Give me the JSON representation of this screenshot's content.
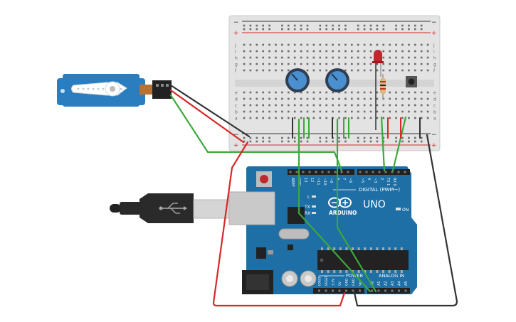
{
  "breadboard": {
    "top_rail_minus": "−",
    "top_rail_plus": "+",
    "bottom_rail_minus": "−",
    "bottom_rail_plus": "+",
    "rows_top": [
      "j",
      "i",
      "h",
      "g",
      "f"
    ],
    "rows_bottom": [
      "e",
      "d",
      "c",
      "b",
      "a"
    ]
  },
  "arduino": {
    "brand": "ARDUINO",
    "model": "UNO",
    "digital_label": "DIGITAL (PWM~)",
    "analog_label": "ANALOG IN",
    "power_label": "POWER",
    "on_label": "ON",
    "tx_label": "TX",
    "rx_label": "RX",
    "l_label": "L",
    "digital_pins": [
      "AREF",
      "GND",
      "13",
      "12",
      "~11",
      "~10",
      "~9",
      "8",
      "7",
      "~6",
      "~5",
      "4",
      "~3",
      "2",
      "TX 1",
      "RX 0"
    ],
    "power_pins": [
      "IOREF",
      "RESET",
      "3.3V",
      "5V",
      "GND",
      "GND",
      "Vin"
    ],
    "analog_pins": [
      "A0",
      "A1",
      "A2",
      "A3",
      "A4",
      "A5"
    ]
  },
  "colors": {
    "board_blue": "#1d6fa5",
    "breadboard": "#e6e6e6",
    "wire_green": "#3ca83c",
    "wire_red": "#d62828",
    "wire_black": "#333333",
    "servo_blue": "#2a7ec0",
    "led_red": "#c0282d",
    "pot_blue": "#4a8fd0"
  }
}
